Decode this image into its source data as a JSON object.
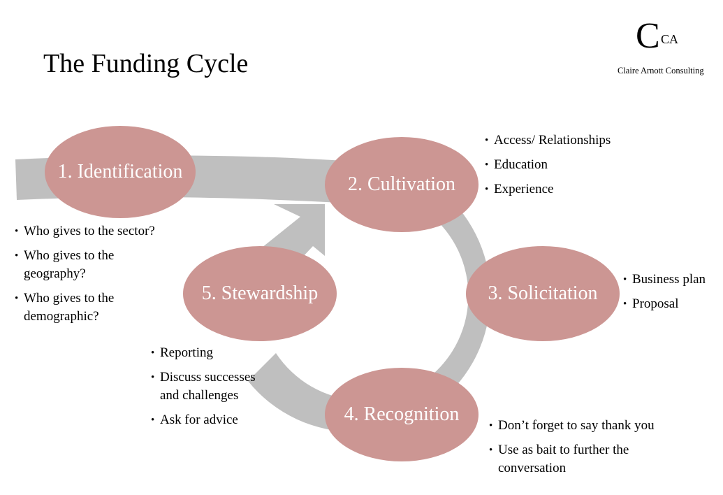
{
  "title": "The Funding Cycle",
  "logo": {
    "monogram_large": "C",
    "monogram_small": "CA",
    "company_name": "Claire Arnott Consulting"
  },
  "colors": {
    "stage_fill": "#cc9693",
    "arrow_fill": "#bfbfbf",
    "stage_text": "#ffffff"
  },
  "stages": [
    {
      "label": "1. Identification",
      "bullets": [
        "Who gives to the sector?",
        "Who gives to the geography?",
        "Who gives to the demographic?"
      ]
    },
    {
      "label": "2. Cultivation",
      "bullets": [
        "Access/ Relationships",
        "Education",
        "Experience"
      ]
    },
    {
      "label": "3. Solicitation",
      "bullets": [
        "Business plan",
        "Proposal"
      ]
    },
    {
      "label": "4. Recognition",
      "bullets": [
        "Don’t forget to say thank you",
        "Use as bait to further the conversation"
      ]
    },
    {
      "label": "5. Stewardship",
      "bullets": [
        "Reporting",
        "Discuss successes and challenges",
        "Ask for advice"
      ]
    }
  ]
}
